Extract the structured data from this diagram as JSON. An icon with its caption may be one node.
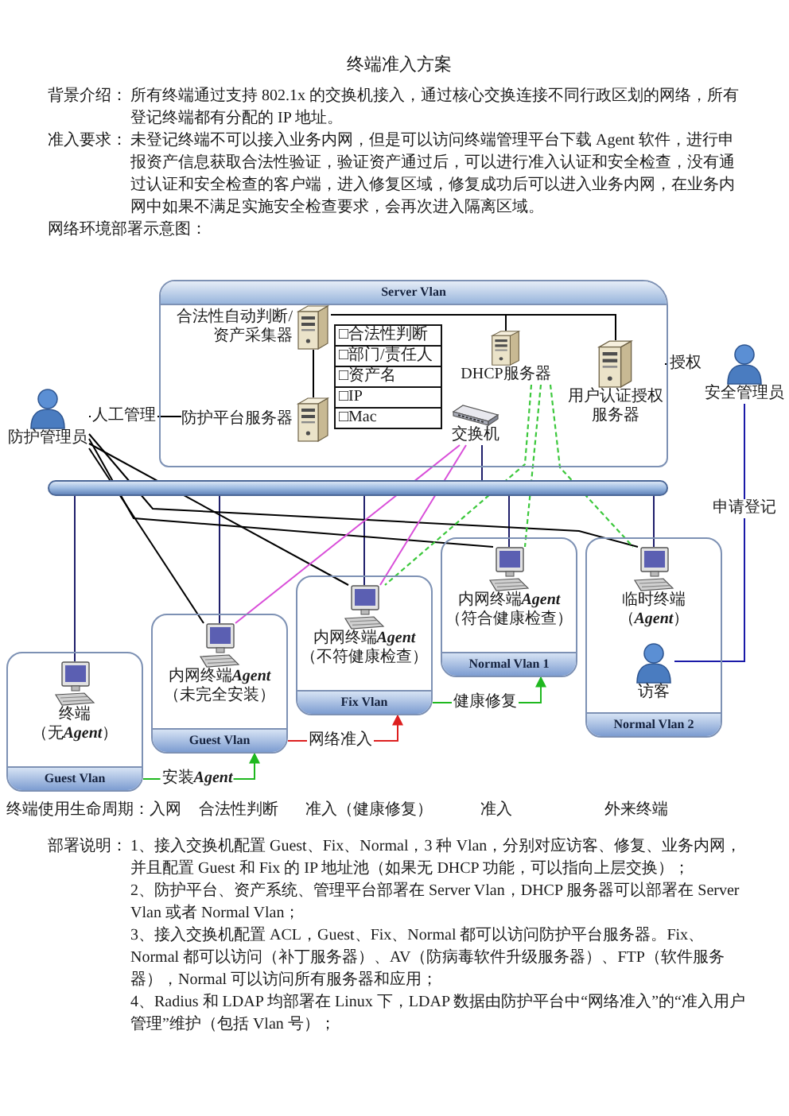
{
  "diagram": {
    "title": "终端准入方案",
    "nodes": [
      {
        "text": [
          "Server Vlan"
        ]
      },
      {
        "text": [
          "合法性自动判断/资产采集器"
        ],
        "in": 0
      },
      {
        "text": [
          "□合法性判断",
          "□部门/责任人",
          "□资产名",
          "□IP",
          "□Mac"
        ],
        "in": 0
      },
      {
        "text": [
          "DHCP服务器"
        ],
        "in": 0
      },
      {
        "text": [
          "交换机"
        ],
        "in": 0
      },
      {
        "text": [
          "防护平台服务器"
        ],
        "in": 0
      },
      {
        "text": [
          "用户认证授权服务器"
        ],
        "in": 0
      },
      {
        "text": [
          "防护管理员"
        ]
      },
      {
        "text": [
          "安全管理员"
        ]
      },
      {
        "text": [],
        "shape": "bar"
      },
      {
        "text": [
          "Guest Vlan"
        ]
      },
      {
        "text": [
          "终端（无**Agent**）"
        ],
        "in": 10
      },
      {
        "text": [
          "Guest Vlan"
        ]
      },
      {
        "text": [
          "内网终端**Agent**（未完全安装）"
        ],
        "in": 12
      },
      {
        "text": [
          "Fix Vlan"
        ]
      },
      {
        "text": [
          "内网终端**Agent**（不符健康检查）"
        ],
        "in": 14
      },
      {
        "text": [
          "Normal Vlan 1"
        ]
      },
      {
        "text": [
          "内网终端**Agent**（符合健康检查）"
        ],
        "in": 16
      },
      {
        "text": [
          "Normal Vlan 2"
        ]
      },
      {
        "text": [
          "临时终端（**Agent**）"
        ],
        "in": 18
      },
      {
        "text": [
          "访客"
        ],
        "in": 18
      }
    ],
    "edges": [
      {
        "from": 7,
        "to": 5,
        "arrow": "none",
        "label": "人工管理"
      },
      {
        "from": 5,
        "to": 1,
        "arrow": "none"
      },
      {
        "from": 1,
        "to": 3,
        "arrow": "none"
      },
      {
        "from": 1,
        "to": 6,
        "arrow": "none"
      },
      {
        "from": 6,
        "to": 8,
        "arrow": "none",
        "label": "授权"
      },
      {
        "from": 4,
        "to": 9,
        "arrow": "none",
        "color": "#1f1f6b"
      },
      {
        "from": 9,
        "to": 11,
        "arrow": "none",
        "color": "#1f1f6b"
      },
      {
        "from": 9,
        "to": 13,
        "arrow": "none",
        "color": "#1f1f6b"
      },
      {
        "from": 9,
        "to": 15,
        "arrow": "none",
        "color": "#1f1f6b"
      },
      {
        "from": 9,
        "to": 17,
        "arrow": "none",
        "color": "#1f1f6b"
      },
      {
        "from": 9,
        "to": 19,
        "arrow": "none",
        "color": "#1f1f6b"
      },
      {
        "from": 7,
        "to": 13,
        "arrow": "none"
      },
      {
        "from": 7,
        "to": 15,
        "arrow": "none"
      },
      {
        "from": 7,
        "to": 17,
        "arrow": "none"
      },
      {
        "from": 7,
        "to": 19,
        "arrow": "none"
      },
      {
        "from": 4,
        "to": 13,
        "arrow": "none",
        "color": "#d94fd9"
      },
      {
        "from": 4,
        "to": 15,
        "arrow": "none",
        "color": "#d94fd9"
      },
      {
        "from": 3,
        "to": 15,
        "arrow": "none",
        "style": "dashed",
        "color": "#3cc83c"
      },
      {
        "from": 3,
        "to": 17,
        "arrow": "none",
        "style": "dashed",
        "color": "#3cc83c"
      },
      {
        "from": 3,
        "to": 19,
        "arrow": "none",
        "style": "dashed",
        "color": "#3cc83c"
      },
      {
        "from": 10,
        "to": 12,
        "arrow": "to",
        "label": "安装**Agent**",
        "color": "#1fb81f"
      },
      {
        "from": 12,
        "to": 14,
        "arrow": "to",
        "label": "网络准入",
        "color": "#dd1f1f"
      },
      {
        "from": 14,
        "to": 16,
        "arrow": "to",
        "label": "健康修复",
        "color": "#1fb81f"
      },
      {
        "from": 8,
        "to": 20,
        "arrow": "none",
        "label": "申请登记",
        "color": "#1a1aa8"
      }
    ],
    "labels": [
      "背景介绍：",
      "所有终端通过支持 802.1x 的交换机接入，通过核心交换连接不同行政区划的网络，所有登记终端都有分配的 IP 地址。",
      "准入要求：",
      "未登记终端不可以接入业务内网，但是可以访问终端管理平台下载 Agent 软件，进行申报资产信息获取合法性验证，验证资产通过后，可以进行准入认证和安全检查，没有通过认证和安全检查的客户端，进入修复区域，修复成功后可以进入业务内网，在业务内网中如果不满足实施安全检查要求，会再次进入隔离区域。",
      "网络环境部署示意图：",
      "终端使用生命周期：入网",
      "合法性判断",
      "准入（健康修复）",
      "准入",
      "外来终端",
      "部署说明：",
      "1、接入交换机配置 Guest、Fix、Normal，3 种 Vlan，分别对应访客、修复、业务内网，并且配置 Guest 和 Fix 的 IP 地址池（如果无 DHCP 功能，可以指向上层交换）；",
      "2、防护平台、资产系统、管理平台部署在 Server Vlan，DHCP 服务器可以部署在 Server Vlan 或者 Normal Vlan；",
      "3、接入交换机配置 ACL，Guest、Fix、Normal 都可以访问防护平台服务器。Fix、Normal 都可以访问（补丁服务器）、AV（防病毒软件升级服务器）、FTP（软件服务器），Normal 可以访问所有服务器和应用；",
      "4、Radius 和 LDAP 均部署在 Linux 下，LDAP 数据由防护平台中“网络准入”的“准入用户管理”维护（包括 Vlan 号）；"
    ]
  }
}
